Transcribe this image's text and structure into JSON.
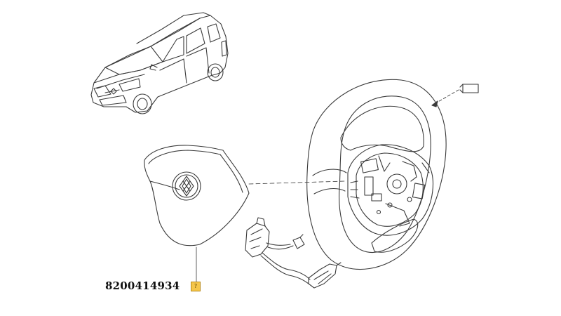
{
  "part": {
    "number": "8200414934",
    "callout_label": "?"
  },
  "icons": {
    "car": "hatchback-car-illustration",
    "airbag": "airbag-cover-with-logo",
    "wheel": "steering-wheel",
    "harness": "wiring-harness",
    "view_marker": "view-marker-box"
  },
  "colors": {
    "line": "#3a3a3a",
    "callout_fill": "#f6c64a",
    "callout_border": "#b88a1a"
  }
}
